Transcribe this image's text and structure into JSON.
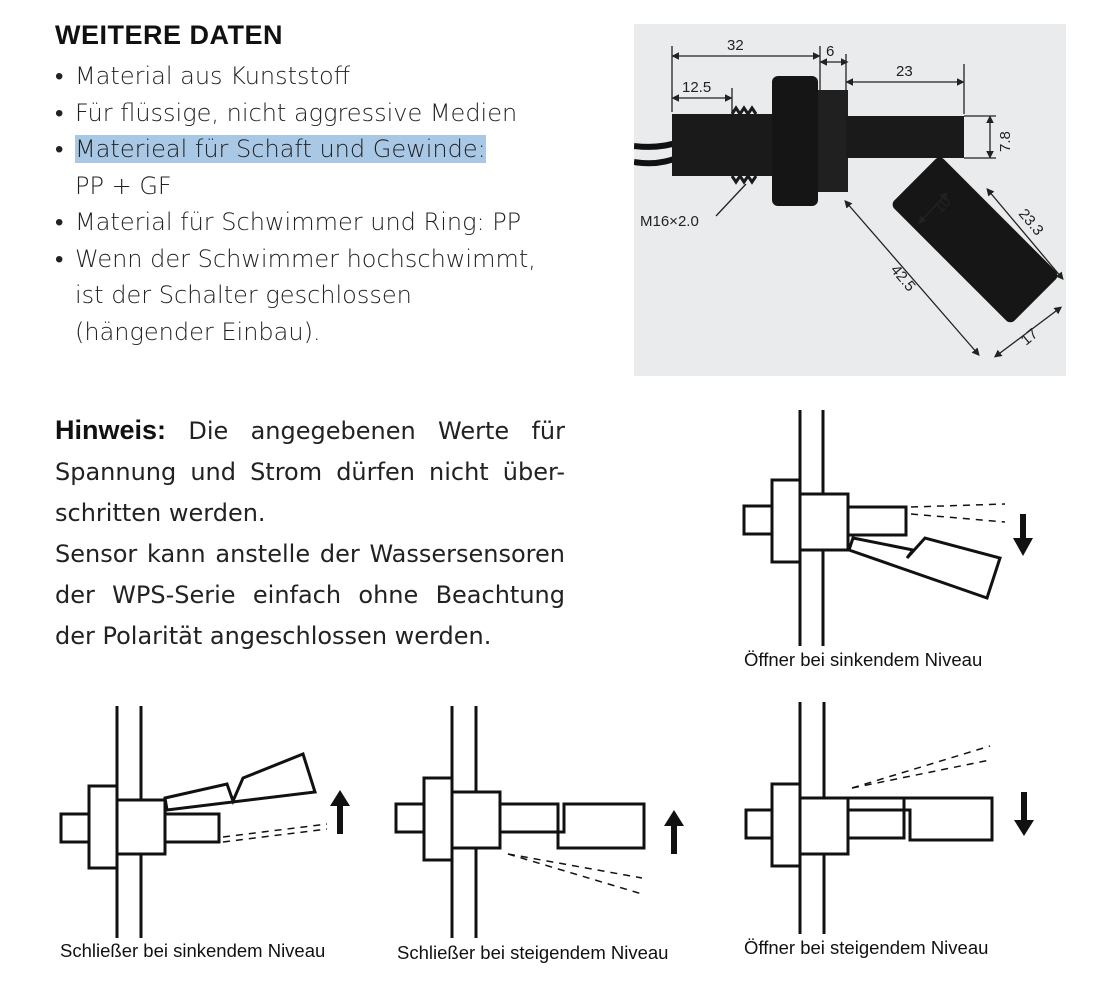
{
  "heading": "WEITERE DATEN",
  "bullets": [
    "Material aus Kunststoff",
    "Für flüssige, nicht aggressive Medien",
    "Materieal für Schaft und Gewinde:",
    "PP + GF",
    "Material für Schwimmer und Ring: PP",
    "Wenn der Schwimmer hochschwimmt,",
    "ist der Schalter geschlossen",
    "(hängender Einbau)."
  ],
  "hinweis": {
    "label": "Hinweis:",
    "text1": "Die angegebenen Werte für Spannung und Strom dürfen nicht über-schritten werden.",
    "text2": "Sensor kann anstelle der Wassersensoren der WPS-Serie einfach ohne Beachtung der Polarität angeschlossen werden."
  },
  "photo": {
    "dims": {
      "d32": "32",
      "d6": "6",
      "d23": "23",
      "d12_5": "12.5",
      "d7_8": "7.8",
      "thread": "M16×2.0",
      "d10": "10",
      "d23_3": "23.3",
      "d42_5": "42.5",
      "d17": "17"
    }
  },
  "captions": {
    "oeffner_sinkend": "Öffner bei sinkendem Niveau",
    "schliesser_sinkend": "Schließer bei sinkendem Niveau",
    "schliesser_steigend": "Schließer bei steigendem Niveau",
    "oeffner_steigend": "Öffner bei steigendem Niveau"
  }
}
